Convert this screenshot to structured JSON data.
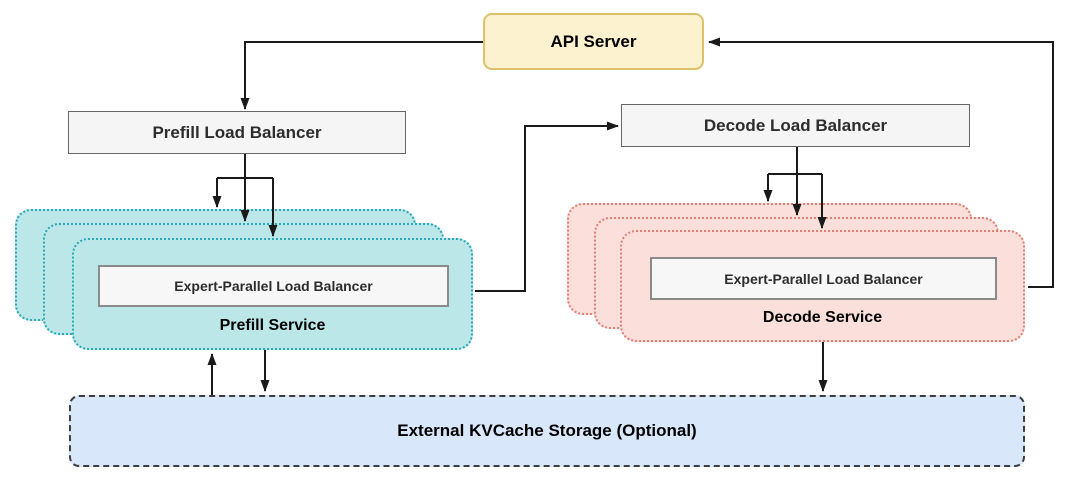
{
  "diagram": {
    "api_server": {
      "label": "API Server"
    },
    "prefill_load_balancer": {
      "label": "Prefill Load Balancer"
    },
    "decode_load_balancer": {
      "label": "Decode Load Balancer"
    },
    "prefill_service": {
      "label": "Prefill Service",
      "eplb_label": "Expert-Parallel Load Balancer",
      "replica_count": 3
    },
    "decode_service": {
      "label": "Decode Service",
      "eplb_label": "Expert-Parallel Load Balancer",
      "replica_count": 3
    },
    "kvcache": {
      "label": "External KVCache Storage (Optional)"
    }
  },
  "colors": {
    "api_fill": "#fdf2cf",
    "api_border": "#dfc06b",
    "lb_fill": "#f5f5f5",
    "lb_border": "#666666",
    "prefill_fill": "#bce7e9",
    "prefill_border": "#2ba8b5",
    "decode_fill": "#fbdfda",
    "decode_border": "#e08078",
    "kv_fill": "#d8e8fa",
    "kv_border": "#3d3d3d",
    "line": "#1a1a1a"
  }
}
